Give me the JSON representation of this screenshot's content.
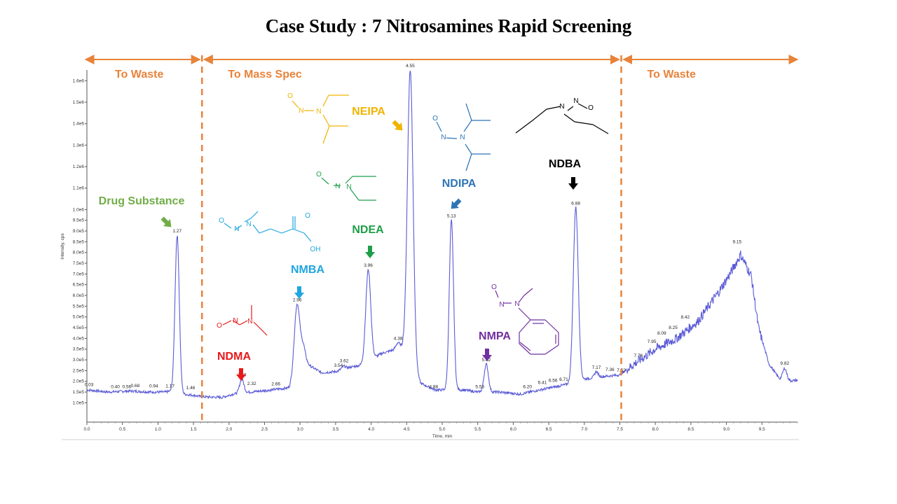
{
  "title": "Case Study : 7 Nitrosamines Rapid Screening",
  "colors": {
    "trace": "#5b5bd6",
    "zone": "#e8833a",
    "drug": "#70ad47",
    "NDMA": "#e8191a",
    "NMBA": "#1fa6e0",
    "NDEA": "#1e9e4a",
    "NEIPA": "#f0b400",
    "NDIPA": "#2e75b6",
    "NMPA": "#7030a0",
    "NDBA": "#000000"
  },
  "zones": [
    {
      "label": "To Waste",
      "from": 0.0,
      "to": 1.62
    },
    {
      "label": "To Mass Spec",
      "from": 1.62,
      "to": 7.52
    },
    {
      "label": "To Waste",
      "from": 7.52,
      "to": 10.0
    }
  ],
  "compounds": [
    {
      "key": "drug",
      "label": "Drug Substance",
      "rt": 1.27
    },
    {
      "key": "NDMA",
      "label": "NDMA",
      "rt": 2.18
    },
    {
      "key": "NMBA",
      "label": "NMBA",
      "rt": 2.96
    },
    {
      "key": "NDEA",
      "label": "NDEA",
      "rt": 3.96
    },
    {
      "key": "NEIPA",
      "label": "NEIPA",
      "rt": 4.55
    },
    {
      "key": "NDIPA",
      "label": "NDIPA",
      "rt": 5.13
    },
    {
      "key": "NMPA",
      "label": "NMPA",
      "rt": 5.62
    },
    {
      "key": "NDBA",
      "label": "NDBA",
      "rt": 6.88
    }
  ],
  "chart_data": {
    "type": "line",
    "xlabel": "Time, min",
    "ylabel": "Intensity, cps",
    "xlim": [
      0.0,
      10.0
    ],
    "ylim": [
      10000,
      1650000
    ],
    "xticks": [
      "0.0",
      "0.5",
      "1.0",
      "1.5",
      "2.0",
      "2.5",
      "3.0",
      "3.5",
      "4.0",
      "4.5",
      "5.0",
      "5.5",
      "6.0",
      "6.5",
      "7.0",
      "7.5",
      "8.0",
      "8.5",
      "9.0",
      "9.5"
    ],
    "yticks": [
      "1.0e5",
      "1.5e5",
      "2.0e5",
      "2.5e5",
      "3.0e5",
      "3.5e5",
      "4.0e5",
      "4.5e5",
      "5.0e5",
      "5.5e5",
      "6.0e5",
      "6.5e5",
      "7.0e5",
      "7.5e5",
      "8.0e5",
      "8.5e5",
      "9.0e5",
      "9.5e5",
      "1.0e6",
      "1.1e6",
      "1.2e6",
      "1.3e6",
      "1.4e6",
      "1.5e6",
      "1.6e6"
    ],
    "baseline": [
      [
        0.0,
        160000
      ],
      [
        0.3,
        150000
      ],
      [
        0.6,
        155000
      ],
      [
        0.9,
        150000
      ],
      [
        1.1,
        150000
      ],
      [
        1.2,
        155000
      ],
      [
        1.35,
        140000
      ],
      [
        1.5,
        135000
      ],
      [
        1.62,
        128000
      ],
      [
        1.9,
        125000
      ],
      [
        2.05,
        140000
      ],
      [
        2.3,
        150000
      ],
      [
        2.6,
        160000
      ],
      [
        2.85,
        170000
      ],
      [
        3.1,
        280000
      ],
      [
        3.3,
        240000
      ],
      [
        3.5,
        245000
      ],
      [
        3.7,
        265000
      ],
      [
        3.85,
        275000
      ],
      [
        4.15,
        330000
      ],
      [
        4.3,
        345000
      ],
      [
        4.45,
        350000
      ],
      [
        4.7,
        190000
      ],
      [
        4.9,
        160000
      ],
      [
        5.3,
        160000
      ],
      [
        5.5,
        150000
      ],
      [
        5.8,
        150000
      ],
      [
        6.1,
        140000
      ],
      [
        6.3,
        155000
      ],
      [
        6.6,
        175000
      ],
      [
        6.75,
        185000
      ],
      [
        7.0,
        210000
      ],
      [
        7.2,
        220000
      ],
      [
        7.5,
        230000
      ],
      [
        7.7,
        280000
      ],
      [
        8.0,
        350000
      ],
      [
        8.3,
        400000
      ],
      [
        8.6,
        480000
      ],
      [
        8.9,
        620000
      ],
      [
        9.05,
        700000
      ],
      [
        9.2,
        790000
      ],
      [
        9.35,
        690000
      ],
      [
        9.45,
        450000
      ],
      [
        9.6,
        280000
      ],
      [
        9.75,
        210000
      ],
      [
        9.85,
        200000
      ],
      [
        10.0,
        205000
      ]
    ],
    "peaks": [
      {
        "rt": 1.27,
        "height": 880000,
        "width": 0.03
      },
      {
        "rt": 2.18,
        "height": 210000,
        "width": 0.03
      },
      {
        "rt": 2.96,
        "height": 560000,
        "width": 0.04
      },
      {
        "rt": 3.05,
        "height": 350000,
        "width": 0.03
      },
      {
        "rt": 3.62,
        "height": 270000,
        "width": 0.03
      },
      {
        "rt": 3.96,
        "height": 720000,
        "width": 0.035
      },
      {
        "rt": 4.38,
        "height": 380000,
        "width": 0.03
      },
      {
        "rt": 4.55,
        "height": 1650000,
        "width": 0.04
      },
      {
        "rt": 5.13,
        "height": 950000,
        "width": 0.03
      },
      {
        "rt": 5.62,
        "height": 280000,
        "width": 0.03
      },
      {
        "rt": 6.88,
        "height": 1010000,
        "width": 0.035
      },
      {
        "rt": 7.17,
        "height": 245000,
        "width": 0.025
      },
      {
        "rt": 9.82,
        "height": 260000,
        "width": 0.03
      }
    ],
    "peak_labels": [
      {
        "rt": 0.03,
        "label": "0.03",
        "y": 165000
      },
      {
        "rt": 0.4,
        "label": "0.40",
        "y": 155000
      },
      {
        "rt": 0.56,
        "label": "0.56",
        "y": 155000
      },
      {
        "rt": 0.68,
        "label": "0.68",
        "y": 160000
      },
      {
        "rt": 0.94,
        "label": "0.94",
        "y": 158000
      },
      {
        "rt": 1.17,
        "label": "1.17",
        "y": 158000
      },
      {
        "rt": 1.27,
        "label": "1.27",
        "y": 880000
      },
      {
        "rt": 1.46,
        "label": "1.46",
        "y": 150000
      },
      {
        "rt": 2.18,
        "label": "2.18",
        "y": 210000
      },
      {
        "rt": 2.32,
        "label": "2.32",
        "y": 170000
      },
      {
        "rt": 2.66,
        "label": "2.66",
        "y": 168000
      },
      {
        "rt": 2.96,
        "label": "2.96",
        "y": 560000
      },
      {
        "rt": 3.54,
        "label": "3.54",
        "y": 255000
      },
      {
        "rt": 3.62,
        "label": "3.62",
        "y": 275000
      },
      {
        "rt": 3.96,
        "label": "3.96",
        "y": 720000
      },
      {
        "rt": 4.38,
        "label": "4.38",
        "y": 380000
      },
      {
        "rt": 4.55,
        "label": "4.55",
        "y": 1650000
      },
      {
        "rt": 4.88,
        "label": "4.88",
        "y": 155000
      },
      {
        "rt": 5.13,
        "label": "5.13",
        "y": 950000
      },
      {
        "rt": 5.53,
        "label": "5.53",
        "y": 155000
      },
      {
        "rt": 5.62,
        "label": "5.62",
        "y": 280000
      },
      {
        "rt": 6.2,
        "label": "6.20",
        "y": 155000
      },
      {
        "rt": 6.41,
        "label": "6.41",
        "y": 175000
      },
      {
        "rt": 6.56,
        "label": "6.56",
        "y": 185000
      },
      {
        "rt": 6.71,
        "label": "6.71",
        "y": 190000
      },
      {
        "rt": 6.88,
        "label": "6.88",
        "y": 1010000
      },
      {
        "rt": 7.17,
        "label": "7.17",
        "y": 245000
      },
      {
        "rt": 7.36,
        "label": "7.36",
        "y": 235000
      },
      {
        "rt": 7.52,
        "label": "7.52",
        "y": 232000
      },
      {
        "rt": 7.76,
        "label": "7.76",
        "y": 300000
      },
      {
        "rt": 7.95,
        "label": "7.95",
        "y": 365000
      },
      {
        "rt": 8.09,
        "label": "8.09",
        "y": 405000
      },
      {
        "rt": 8.25,
        "label": "8.25",
        "y": 430000
      },
      {
        "rt": 8.42,
        "label": "8.42",
        "y": 480000
      },
      {
        "rt": 9.15,
        "label": "9.15",
        "y": 830000
      },
      {
        "rt": 9.82,
        "label": "9.82",
        "y": 265000
      }
    ]
  }
}
